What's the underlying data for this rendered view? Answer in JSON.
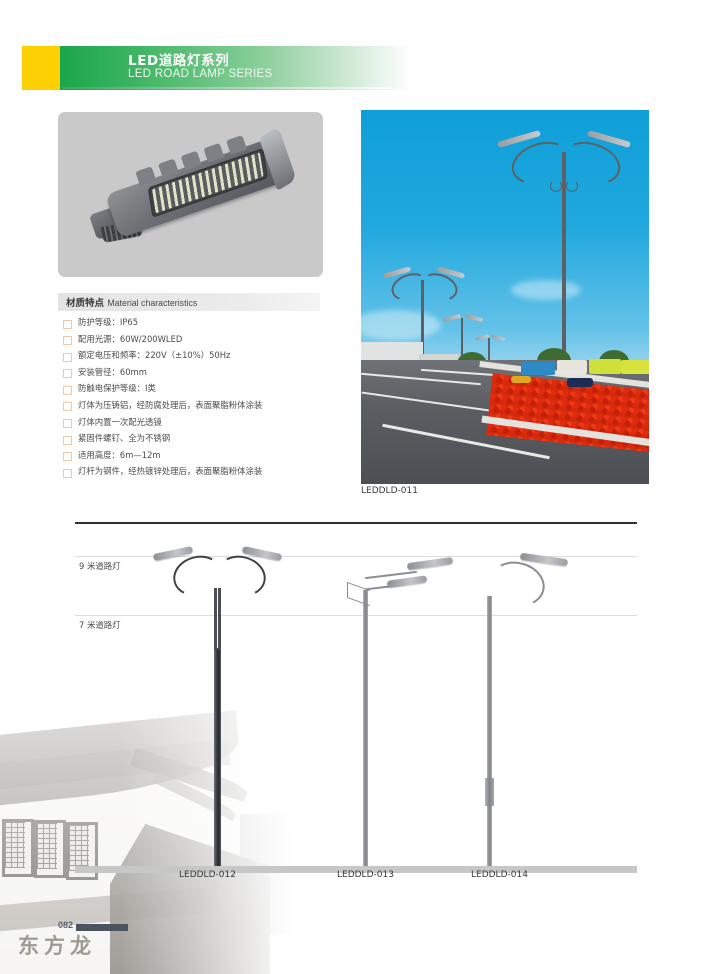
{
  "header": {
    "title_cn": "LED道路灯系列",
    "title_en": "LED ROAD LAMP SERIES",
    "accent_yellow": "#fcd002",
    "accent_green": "#1aa64b"
  },
  "material_characteristics": {
    "heading_cn": "材质特点",
    "heading_en": "Material characteristics",
    "items": [
      "防护等级：IP65",
      "配用光源：60W/200WLED",
      "额定电压和频率：220V（±10%）50Hz",
      "安装管径：60mm",
      "防触电保护等级：I类",
      "灯体为压铸铝，经防腐处理后，表面聚脂粉体涂装",
      "灯体内置一次配光透镜",
      "紧固件螺钉、全为不锈钢",
      "适用高度：6m—12m",
      "灯杆为钢件，经热镀锌处理后，表面聚脂粉体涂装"
    ]
  },
  "product_photo": {
    "model": "LEDDLD-011",
    "alt": "double-arm LED road lamps on city road with red flowerbed median"
  },
  "product_render": {
    "alt": "LED street lamp head module render"
  },
  "technical_drawings": {
    "height_labels": [
      {
        "text": "9 米道路灯"
      },
      {
        "text": "7 米道路灯"
      }
    ],
    "models": [
      {
        "label": "LEDDLD-012",
        "type": "dual curved arm pole"
      },
      {
        "label": "LEDDLD-013",
        "type": "straight bracket double lamp"
      },
      {
        "label": "LEDDLD-014",
        "type": "single curved arm pole"
      }
    ]
  },
  "footer": {
    "page_number": "082",
    "logo_cn": "东方龙"
  }
}
